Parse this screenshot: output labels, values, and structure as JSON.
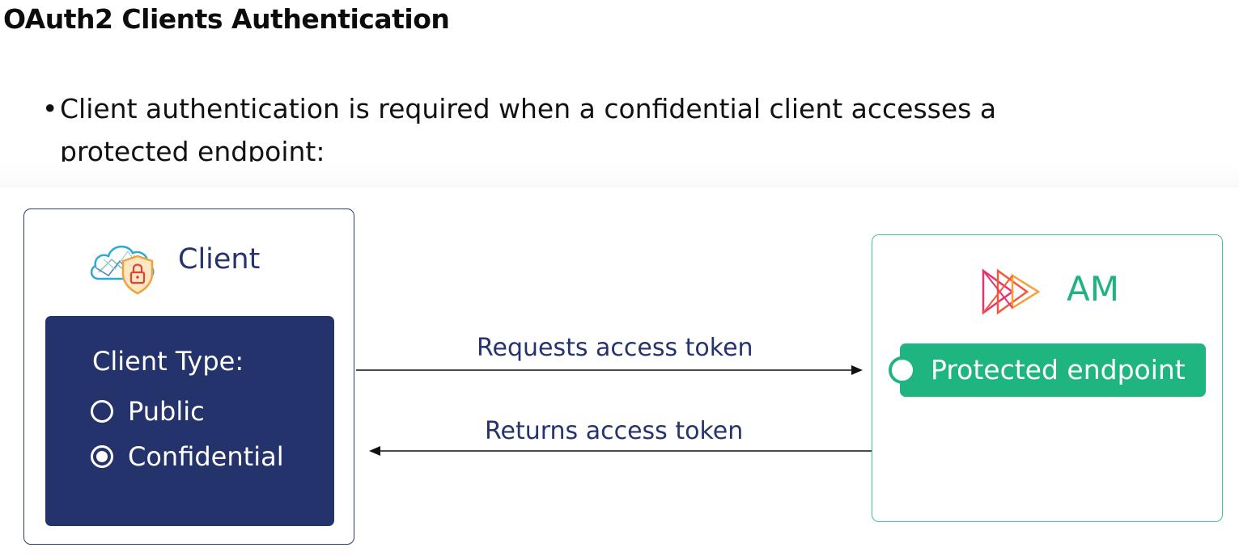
{
  "title": "OAuth2 Clients Authentication",
  "bullet": {
    "marker": "•",
    "text": "Client authentication is required when a confidential client accesses a protected endpoint:"
  },
  "client": {
    "label": "Client",
    "icon": "cloud-shield-lock-icon",
    "panel": {
      "title": "Client Type:",
      "options": [
        {
          "label": "Public",
          "selected": false
        },
        {
          "label": "Confidential",
          "selected": true
        }
      ]
    }
  },
  "am": {
    "label": "AM",
    "icon": "am-logo-icon",
    "endpoint": "Protected endpoint"
  },
  "flows": {
    "request": "Requests access token",
    "response": "Returns access token"
  },
  "colors": {
    "navy": "#25336d",
    "green": "#1fb580",
    "green_border": "#42c397",
    "text_dark": "#111111"
  }
}
